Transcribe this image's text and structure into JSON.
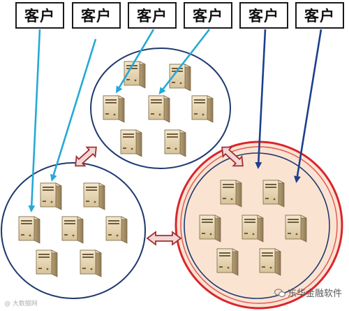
{
  "clients": [
    {
      "label": "客户",
      "line": "cyan"
    },
    {
      "label": "客户",
      "line": "cyan"
    },
    {
      "label": "客户",
      "line": "cyan"
    },
    {
      "label": "客户",
      "line": "cyan"
    },
    {
      "label": "客户",
      "line": "navy"
    },
    {
      "label": "客户",
      "line": "navy"
    }
  ],
  "clusters": [
    {
      "id": "top",
      "servers": 7,
      "style": "plain"
    },
    {
      "id": "left",
      "servers": 7,
      "style": "plain"
    },
    {
      "id": "right",
      "servers": 7,
      "style": "highlighted"
    }
  ],
  "colors": {
    "cyan_line": "#25a9d6",
    "navy_line": "#1d3f8f",
    "circle_border": "#1f3a6e",
    "highlight_ring": "#d9262b",
    "highlight_fill": "#fbe3d2",
    "arrow_fill": "#f3d6d6",
    "arrow_stroke": "#a03030",
    "server_body": "#e6d5b4",
    "server_side": "#b59e74"
  },
  "watermark": {
    "left": "@ 大数据网",
    "right": "东华金融软件"
  }
}
